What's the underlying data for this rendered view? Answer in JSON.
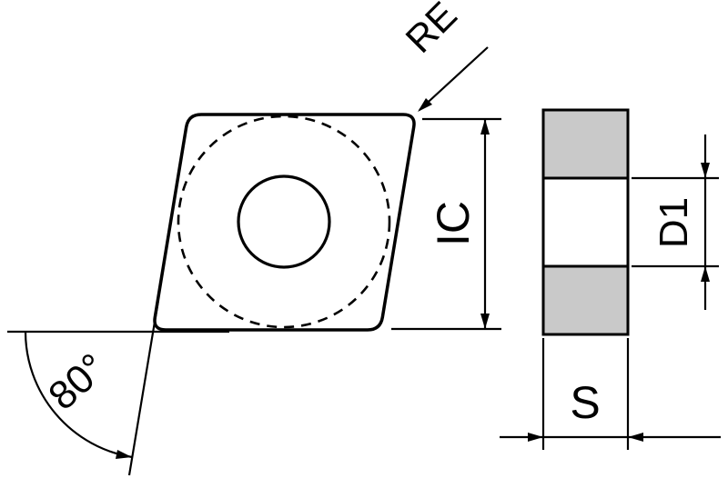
{
  "diagram": {
    "labels": {
      "corner_radius": "RE",
      "inscribed_circle": "IC",
      "included_angle": "80°",
      "hole_diameter": "D1",
      "thickness": "S"
    },
    "colors": {
      "insert_fill": "#c9c9c9",
      "hole_fill": "#ffffff",
      "outline": "#000000",
      "background": "#ffffff"
    }
  }
}
